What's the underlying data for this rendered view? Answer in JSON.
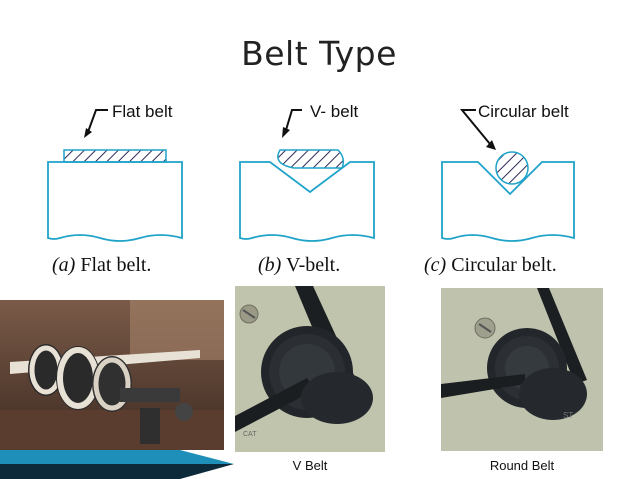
{
  "slide": {
    "title": "Belt Type"
  },
  "diagrams": [
    {
      "label": "Flat belt",
      "caption_letter": "(a)",
      "caption_text": "Flat belt."
    },
    {
      "label": "V- belt",
      "caption_letter": "(b)",
      "caption_text": "V-belt."
    },
    {
      "label": "Circular belt",
      "caption_letter": "(c)",
      "caption_text": "Circular belt."
    }
  ],
  "photos": [
    {
      "label": ""
    },
    {
      "label": "V Belt"
    },
    {
      "label": "Round Belt"
    }
  ],
  "colors": {
    "diagram_outline": "#1fa3c9",
    "hatch": "#2a2a5a",
    "accent_teal": "#1e8fb8",
    "accent_dark": "#0d2a3a"
  }
}
